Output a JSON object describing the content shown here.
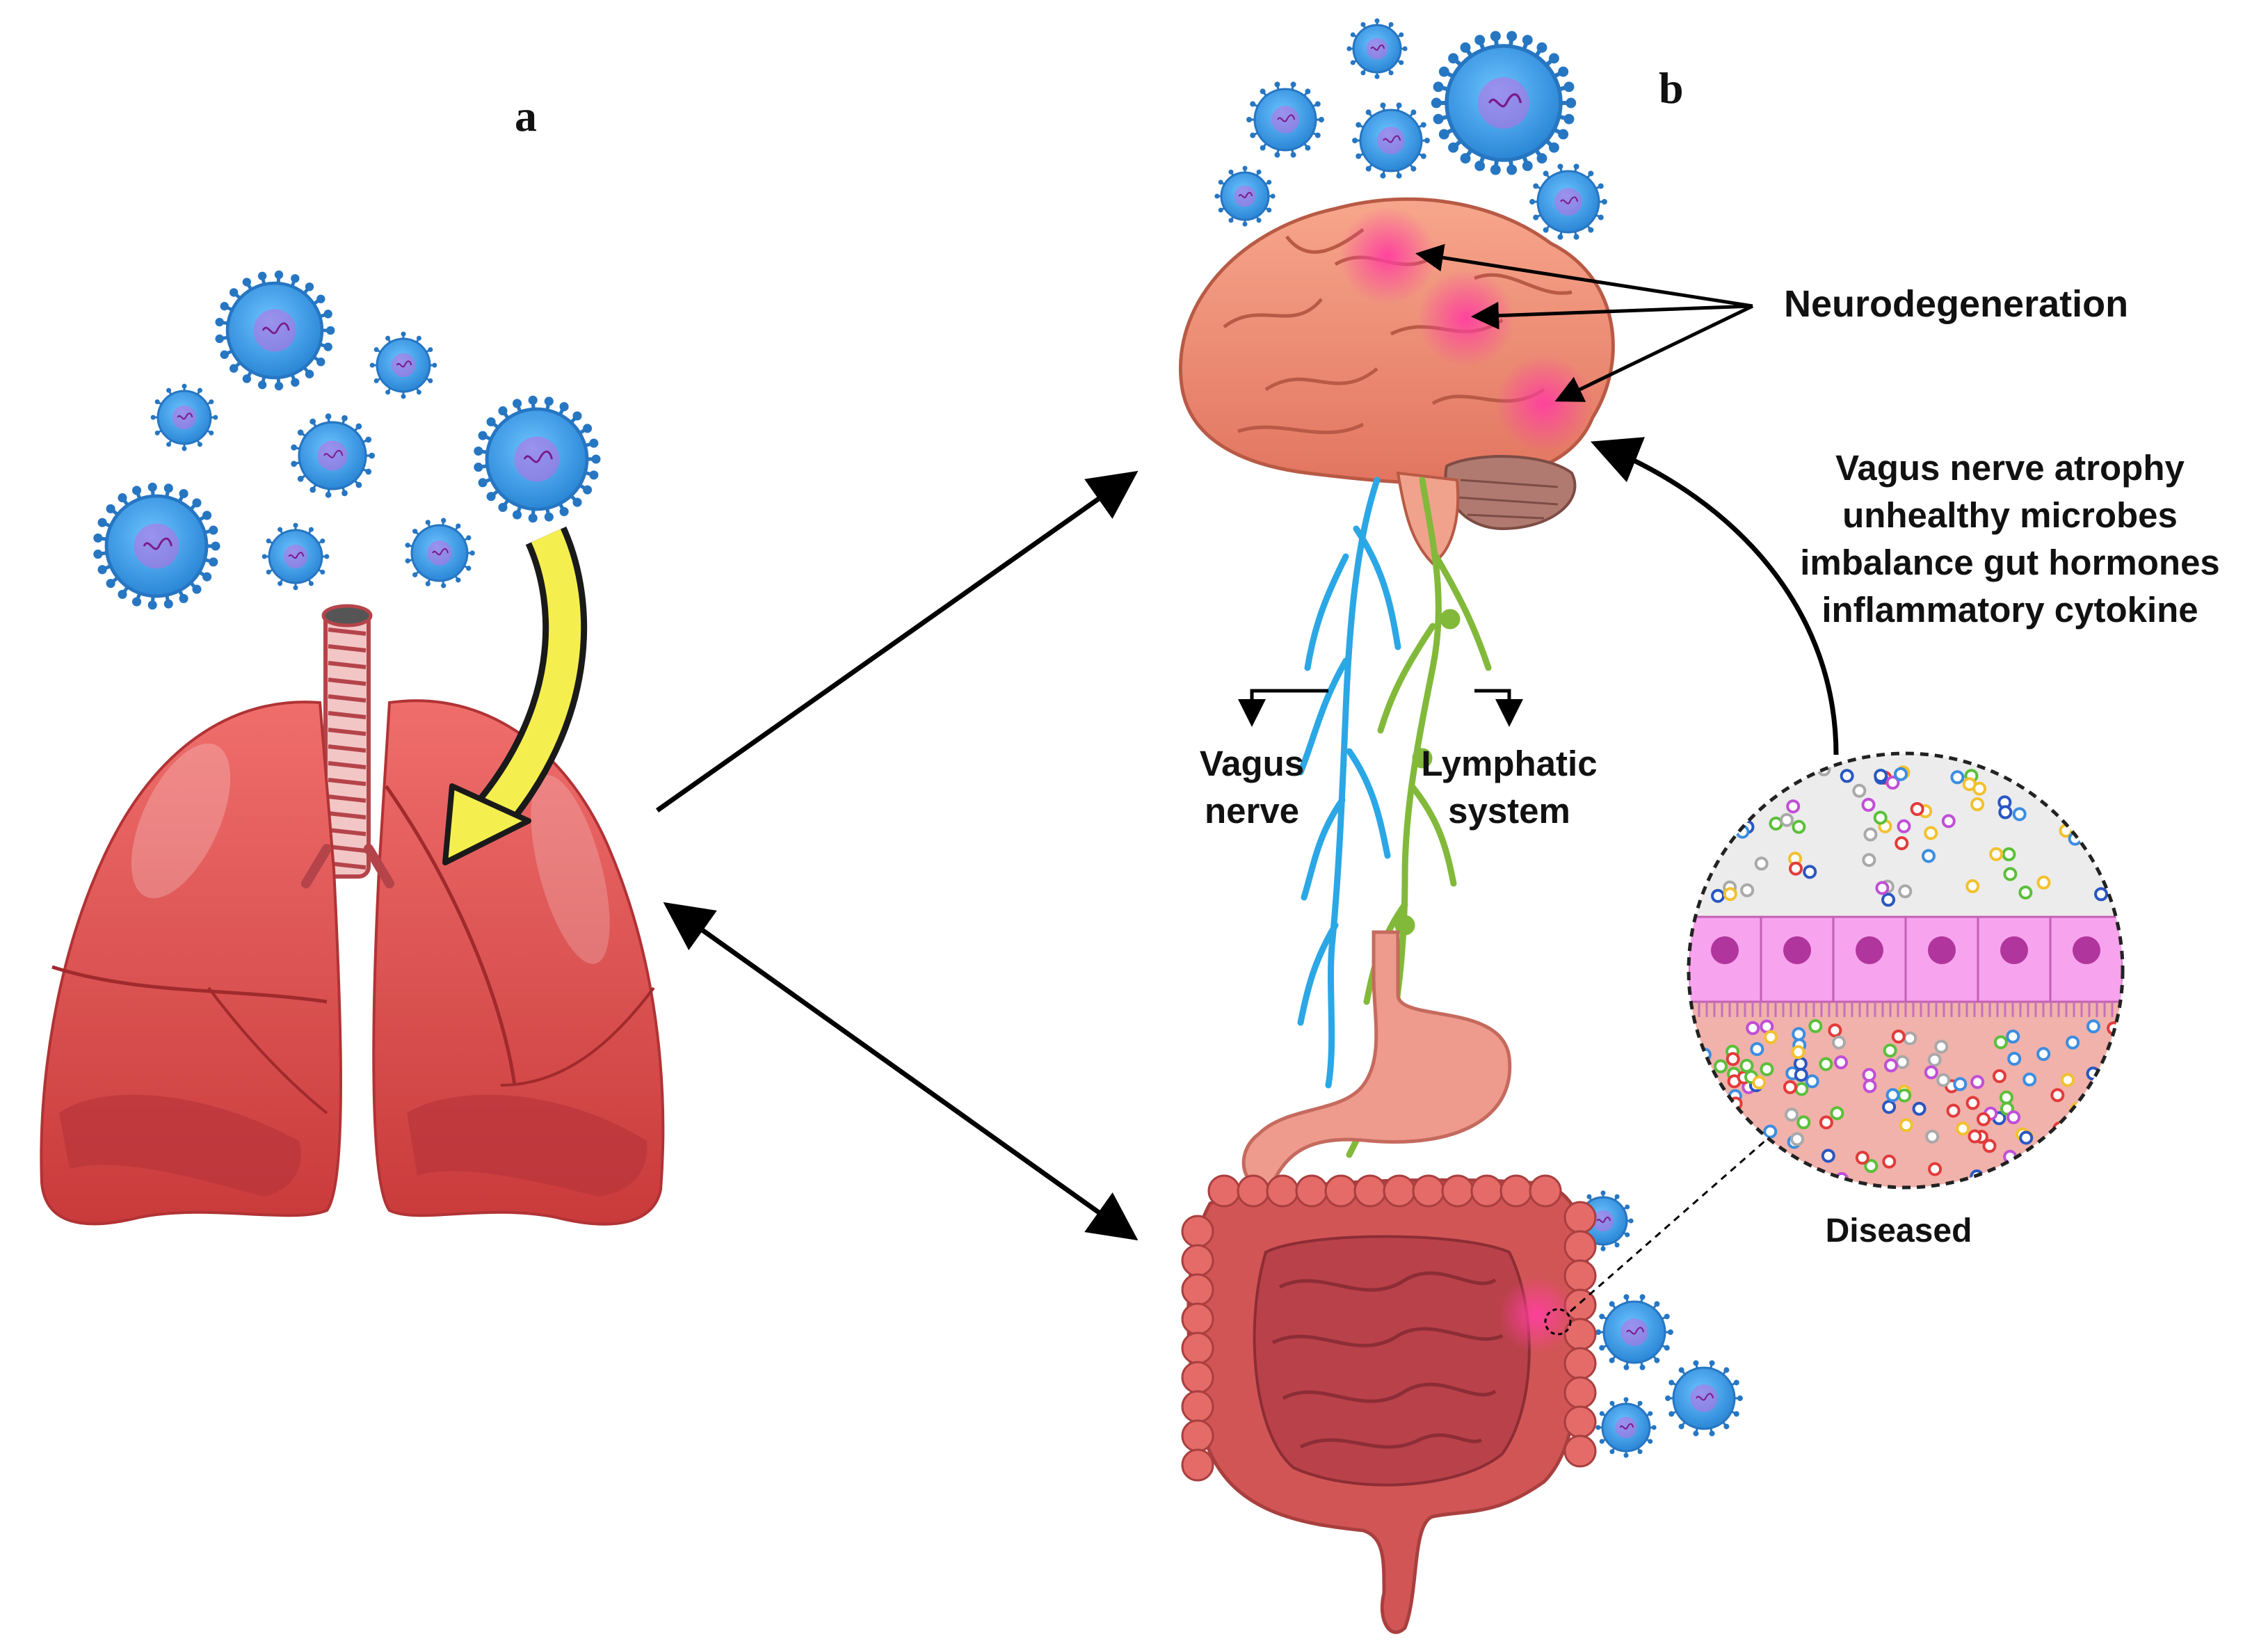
{
  "panels": {
    "a": "a",
    "b": "b"
  },
  "labels": {
    "neurodegeneration": "Neurodegeneration",
    "factors": [
      "Vagus nerve atrophy",
      "unhealthy microbes",
      "imbalance gut hormones",
      "inflammatory cytokine"
    ],
    "vagus": [
      "Vagus",
      "nerve"
    ],
    "lymphatic": [
      "Lymphatic",
      "system"
    ],
    "diseased": "Diseased"
  },
  "icons": [
    "virus-icon",
    "lungs-icon",
    "brain-icon",
    "stomach-icon",
    "intestine-icon",
    "gut-epithelium-icon"
  ],
  "colors": {
    "virus_body": "#3d9be0",
    "virus_rim": "#2676c2",
    "virus_core": "#c06be0",
    "lung": "#d9494a",
    "lung_light": "#ef7b79",
    "brain": "#f09078",
    "brain_hot": "#ff4fa6",
    "vagus_nerve": "#2ba7e6",
    "lymphatic": "#82b93a",
    "epithelium": "#f7a3ee",
    "nucleus": "#b0359c",
    "arrow_yellow": "#f4ef4e",
    "intestine": "#d25555"
  }
}
